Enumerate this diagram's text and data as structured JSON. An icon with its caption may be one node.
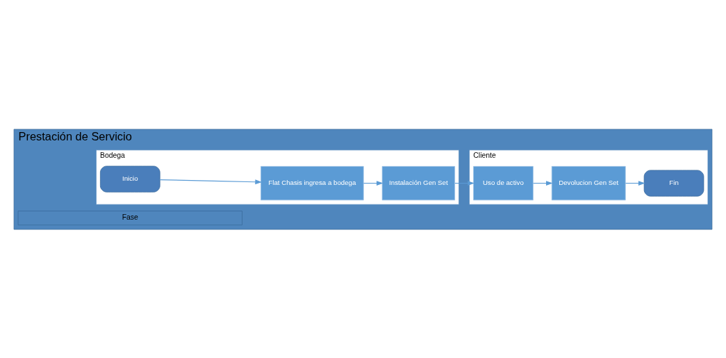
{
  "diagram": {
    "nodes": [
      {
        "text": [
          "Prestación de Servicio"
        ]
      },
      {
        "text": [
          "Fase"
        ],
        "in": 0
      },
      {
        "text": [
          "Bodega"
        ],
        "in": 0
      },
      {
        "text": [
          "Cliente"
        ],
        "in": 0
      },
      {
        "text": [
          "Inicio"
        ],
        "in": 2
      },
      {
        "text": [
          "Flat Chasis ingresa a bodega"
        ],
        "in": 2
      },
      {
        "text": [
          "Instalación Gen Set"
        ],
        "in": 2
      },
      {
        "text": [
          "Uso de activo"
        ],
        "in": 3
      },
      {
        "text": [
          "Devolucion Gen Set"
        ],
        "in": 3
      },
      {
        "text": [
          "Fin"
        ],
        "in": 3
      }
    ],
    "edges": [
      {
        "from": 4,
        "to": 5,
        "arrow": "to"
      },
      {
        "from": 5,
        "to": 6,
        "arrow": "to"
      },
      {
        "from": 6,
        "to": 7,
        "arrow": "to"
      },
      {
        "from": 7,
        "to": 8,
        "arrow": "to"
      },
      {
        "from": 8,
        "to": 9,
        "arrow": "to"
      }
    ]
  }
}
